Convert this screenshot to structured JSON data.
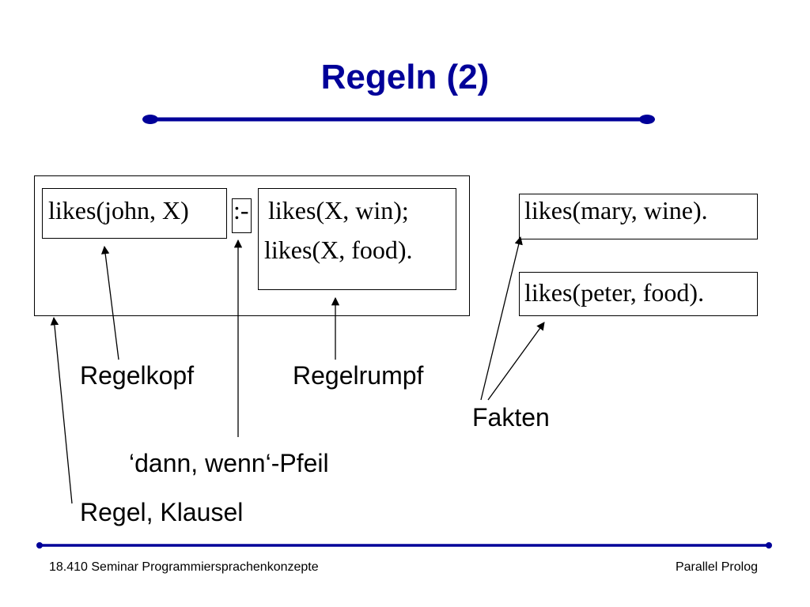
{
  "slide": {
    "title": "Regeln (2)",
    "accent_color": "#000099"
  },
  "rule": {
    "head": "likes(john, X)",
    "neck": ":-",
    "body_line1": "likes(X, win);",
    "body_line2": "likes(X, food)."
  },
  "facts": [
    "likes(mary, wine).",
    "likes(peter, food)."
  ],
  "labels": {
    "head": "Regelkopf",
    "body": "Regelrumpf",
    "facts": "Fakten",
    "neck": "‘dann, wenn‘-Pfeil",
    "clause": "Regel, Klausel"
  },
  "footer": {
    "left": "18.410 Seminar Programmiersprachenkonzepte",
    "right": "Parallel Prolog"
  }
}
